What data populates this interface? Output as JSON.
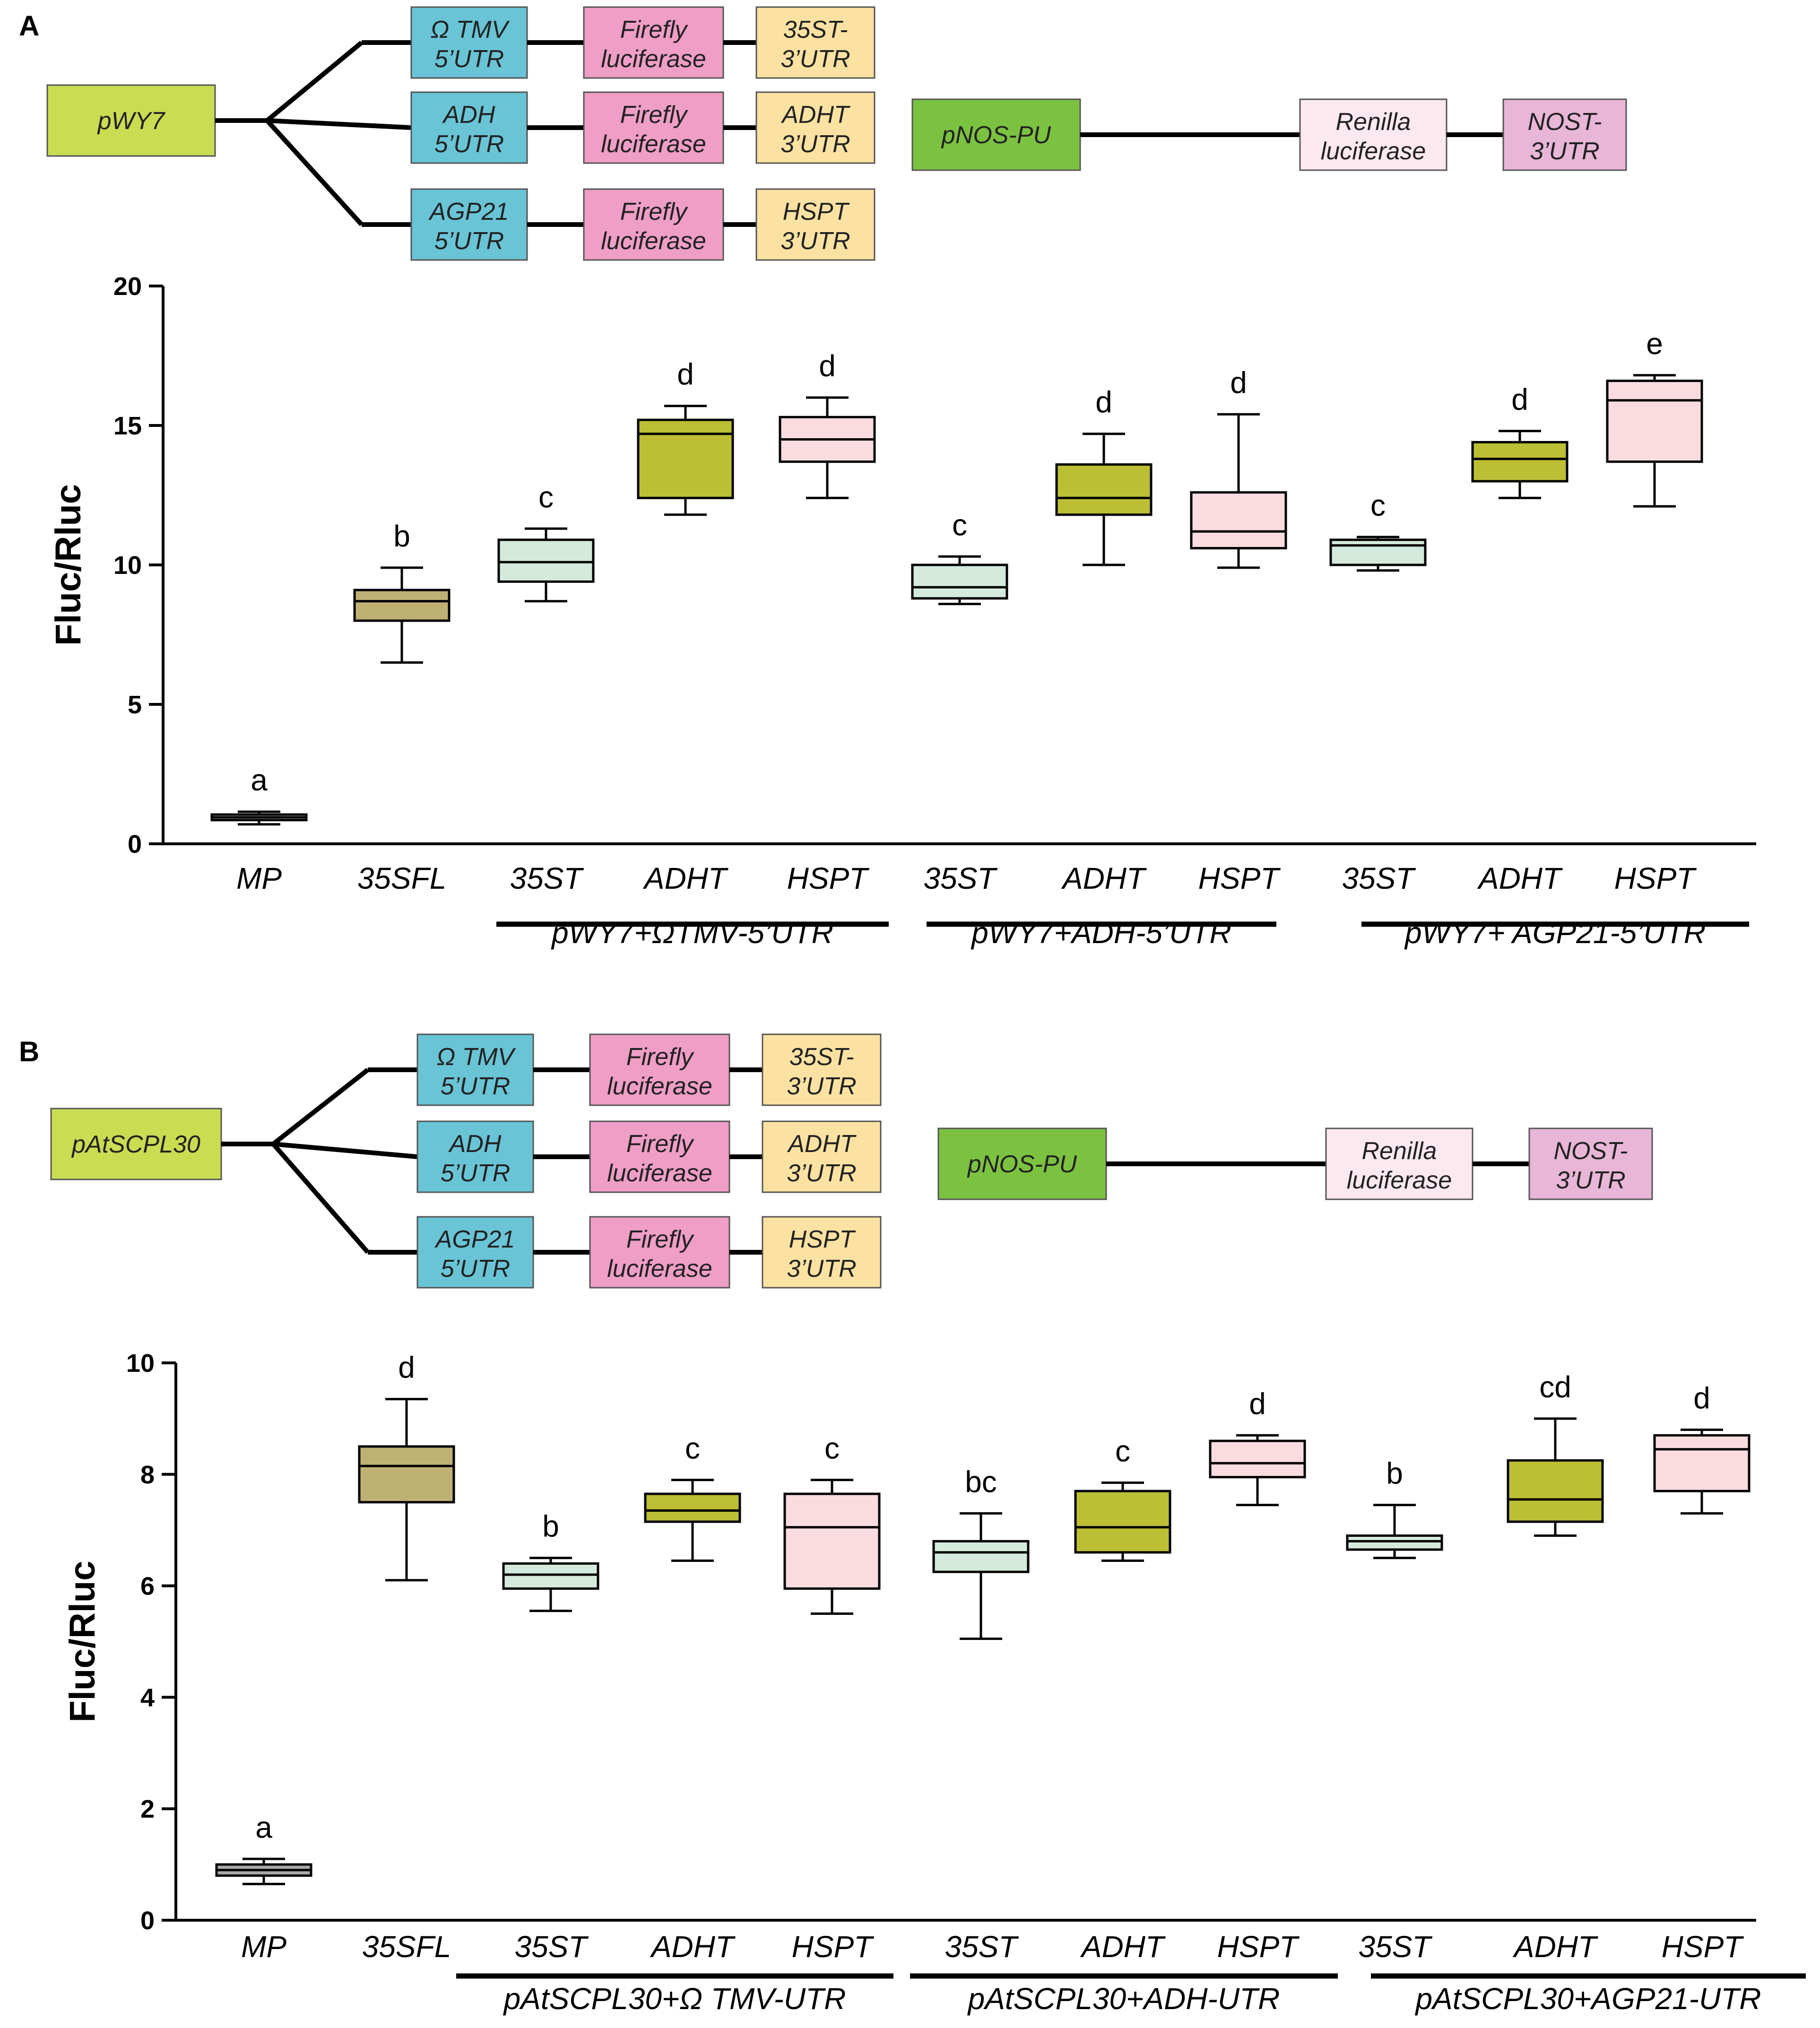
{
  "panels": [
    {
      "letter": "A",
      "promoter": "pWY7",
      "constructs": [
        {
          "utr5": [
            "Ω TMV",
            "5’UTR"
          ],
          "reporter": [
            "Firefly",
            "luciferase"
          ],
          "utr3": [
            "35ST-",
            "3’UTR"
          ]
        },
        {
          "utr5": [
            "ADH",
            "5’UTR"
          ],
          "reporter": [
            "Firefly",
            "luciferase"
          ],
          "utr3": [
            "ADHT",
            "3’UTR"
          ]
        },
        {
          "utr5": [
            "AGP21",
            "5’UTR"
          ],
          "reporter": [
            "Firefly",
            "luciferase"
          ],
          "utr3": [
            "HSPT",
            "3’UTR"
          ]
        }
      ],
      "control": {
        "promoter": "pNOS-PU",
        "reporter": [
          "Renilla",
          "luciferase"
        ],
        "terminator": [
          "NOST-",
          "3’UTR"
        ]
      },
      "group_labels": [
        "pWY7+ΩTMV-5’UTR",
        "pWY7+ADH-5’UTR",
        "pWY7+ AGP21-5’UTR"
      ]
    },
    {
      "letter": "B",
      "promoter": "pAtSCPL30",
      "constructs": [
        {
          "utr5": [
            "Ω TMV",
            "5’UTR"
          ],
          "reporter": [
            "Firefly",
            "luciferase"
          ],
          "utr3": [
            "35ST-",
            "3’UTR"
          ]
        },
        {
          "utr5": [
            "ADH",
            "5’UTR"
          ],
          "reporter": [
            "Firefly",
            "luciferase"
          ],
          "utr3": [
            "ADHT",
            "3’UTR"
          ]
        },
        {
          "utr5": [
            "AGP21",
            "5’UTR"
          ],
          "reporter": [
            "Firefly",
            "luciferase"
          ],
          "utr3": [
            "HSPT",
            "3’UTR"
          ]
        }
      ],
      "control": {
        "promoter": "pNOS-PU",
        "reporter": [
          "Renilla",
          "luciferase"
        ],
        "terminator": [
          "NOST-",
          "3’UTR"
        ]
      },
      "group_labels": [
        "pAtSCPL30+Ω TMV-UTR",
        "pAtSCPL30+ADH-UTR",
        "pAtSCPL30+AGP21-UTR"
      ]
    }
  ],
  "colors": {
    "promoter": "#c9dc52",
    "control_promoter": "#7cc241",
    "utr5": "#69c4d6",
    "firefly": "#ef9ec6",
    "utr3": "#fce2a2",
    "renilla": "#fce8ef",
    "nost": "#e8b6d6",
    "box_mp": "#a9a9a9",
    "box_35sfl": "#bfb174",
    "box_35st": "#d4eadc",
    "box_adht": "#bcbf34",
    "box_hspt": "#fadbe0"
  },
  "chart_data": [
    {
      "type": "box",
      "ylabel": "Fluc/Rluc",
      "ylim": [
        0,
        20
      ],
      "yticks": [
        0,
        5,
        10,
        15,
        20
      ],
      "categories": [
        "MP",
        "35SFL",
        "35ST",
        "ADHT",
        "HSPT",
        "35ST",
        "ADHT",
        "HSPT",
        "35ST",
        "ADHT",
        "HSPT"
      ],
      "boxes": [
        {
          "min": 0.7,
          "q1": 0.85,
          "median": 0.95,
          "q3": 1.05,
          "max": 1.15,
          "sig": "a"
        },
        {
          "min": 6.5,
          "q1": 8.0,
          "median": 8.7,
          "q3": 9.1,
          "max": 9.9,
          "sig": "b"
        },
        {
          "min": 8.7,
          "q1": 9.4,
          "median": 10.1,
          "q3": 10.9,
          "max": 11.3,
          "sig": "c"
        },
        {
          "min": 11.8,
          "q1": 12.4,
          "median": 14.7,
          "q3": 15.2,
          "max": 15.7,
          "sig": "d"
        },
        {
          "min": 12.4,
          "q1": 13.7,
          "median": 14.5,
          "q3": 15.3,
          "max": 16.0,
          "sig": "d"
        },
        {
          "min": 8.6,
          "q1": 8.8,
          "median": 9.2,
          "q3": 10.0,
          "max": 10.3,
          "sig": "c"
        },
        {
          "min": 10.0,
          "q1": 11.8,
          "median": 12.4,
          "q3": 13.6,
          "max": 14.7,
          "sig": "d"
        },
        {
          "min": 9.9,
          "q1": 10.6,
          "median": 11.2,
          "q3": 12.6,
          "max": 15.4,
          "sig": "d"
        },
        {
          "min": 9.8,
          "q1": 10.0,
          "median": 10.7,
          "q3": 10.9,
          "max": 11.0,
          "sig": "c"
        },
        {
          "min": 12.4,
          "q1": 13.0,
          "median": 13.8,
          "q3": 14.4,
          "max": 14.8,
          "sig": "d"
        },
        {
          "min": 12.1,
          "q1": 13.7,
          "median": 15.9,
          "q3": 16.6,
          "max": 16.8,
          "sig": "e"
        }
      ]
    },
    {
      "type": "box",
      "ylabel": "Fluc/Rluc",
      "ylim": [
        0,
        10
      ],
      "yticks": [
        0,
        2,
        4,
        6,
        8,
        10
      ],
      "categories": [
        "MP",
        "35SFL",
        "35ST",
        "ADHT",
        "HSPT",
        "35ST",
        "ADHT",
        "HSPT",
        "35ST",
        "ADHT",
        "HSPT"
      ],
      "boxes": [
        {
          "min": 0.65,
          "q1": 0.8,
          "median": 0.9,
          "q3": 1.0,
          "max": 1.1,
          "sig": "a"
        },
        {
          "min": 6.1,
          "q1": 7.5,
          "median": 8.15,
          "q3": 8.5,
          "max": 9.35,
          "sig": "d"
        },
        {
          "min": 5.55,
          "q1": 5.95,
          "median": 6.2,
          "q3": 6.4,
          "max": 6.5,
          "sig": "b"
        },
        {
          "min": 6.45,
          "q1": 7.15,
          "median": 7.35,
          "q3": 7.65,
          "max": 7.9,
          "sig": "c"
        },
        {
          "min": 5.5,
          "q1": 5.95,
          "median": 7.05,
          "q3": 7.65,
          "max": 7.9,
          "sig": "c"
        },
        {
          "min": 5.05,
          "q1": 6.25,
          "median": 6.6,
          "q3": 6.8,
          "max": 7.3,
          "sig": "bc"
        },
        {
          "min": 6.45,
          "q1": 6.6,
          "median": 7.05,
          "q3": 7.7,
          "max": 7.85,
          "sig": "c"
        },
        {
          "min": 7.45,
          "q1": 7.95,
          "median": 8.2,
          "q3": 8.6,
          "max": 8.7,
          "sig": "d"
        },
        {
          "min": 6.5,
          "q1": 6.65,
          "median": 6.8,
          "q3": 6.9,
          "max": 7.45,
          "sig": "b"
        },
        {
          "min": 6.9,
          "q1": 7.15,
          "median": 7.55,
          "q3": 8.25,
          "max": 9.0,
          "sig": "cd"
        },
        {
          "min": 7.3,
          "q1": 7.7,
          "median": 8.45,
          "q3": 8.7,
          "max": 8.8,
          "sig": "d"
        }
      ]
    }
  ]
}
